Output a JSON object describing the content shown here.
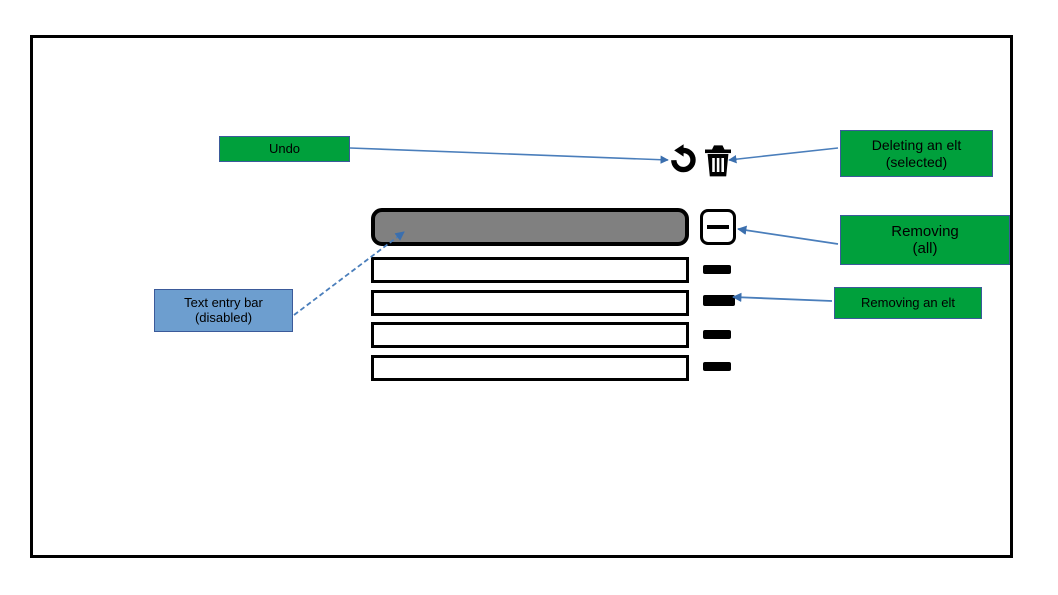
{
  "diagram": {
    "title": "Annotated mock-up of a list editor screen",
    "frame": {
      "name": "app-window"
    },
    "colors": {
      "annotation_green": "#00a03c",
      "annotation_blue": "#6d9ecf",
      "annotation_border": "#3b5a9a",
      "connector_line": "#4a7ebb",
      "widget_outline": "#000000",
      "disabled_bar_fill": "#808080",
      "row_fill": "#ffffff"
    },
    "annotations": [
      {
        "id": "undo",
        "text": "Undo",
        "style": "green"
      },
      {
        "id": "deleting",
        "text": "Deleting an elt\n(selected)",
        "style": "green"
      },
      {
        "id": "removing_all",
        "text": "Removing\n(all)",
        "style": "green"
      },
      {
        "id": "removing_elt",
        "text": "Removing an elt",
        "style": "green"
      },
      {
        "id": "text_entry",
        "text": "Text entry bar\n(disabled)",
        "style": "blue"
      }
    ],
    "widgets": {
      "text_entry_bar": {
        "label": "",
        "state": "disabled"
      },
      "remove_all_button": {
        "icon": "minus-icon"
      },
      "undo_button": {
        "icon": "undo-arrow-icon"
      },
      "delete_button": {
        "icon": "trash-icon"
      },
      "rows": [
        {
          "label": "",
          "handle_icon": "minus-handle-icon"
        },
        {
          "label": "",
          "handle_icon": "minus-handle-icon"
        },
        {
          "label": "",
          "handle_icon": "minus-handle-icon"
        },
        {
          "label": "",
          "handle_icon": "minus-handle-icon"
        }
      ]
    }
  }
}
